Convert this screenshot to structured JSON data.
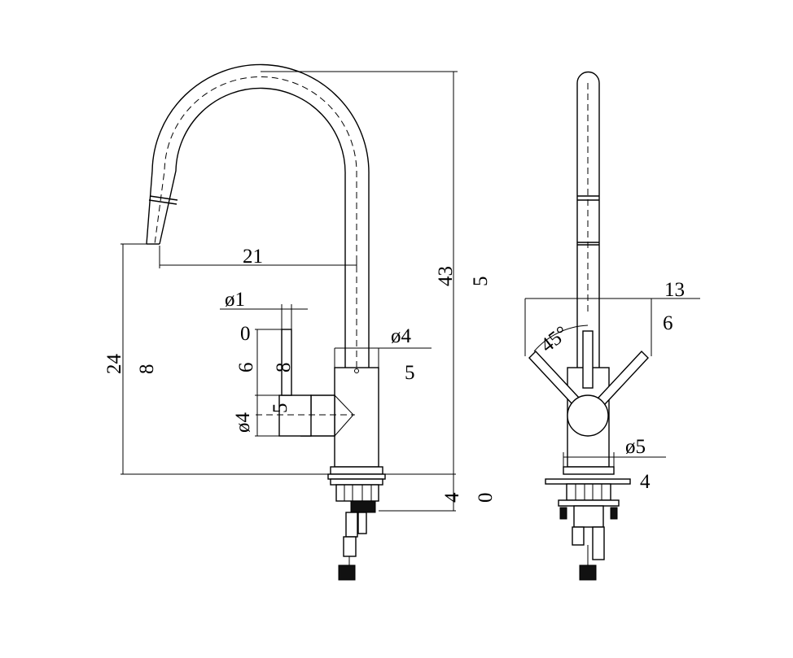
{
  "views": {
    "side": {
      "dim_spout_reach": "21",
      "dim_total_height": "43",
      "dim_total_height_2": "5",
      "dim_spout_height": "24",
      "dim_spout_height_2": "8",
      "dim_handle_dia": "ø1",
      "dim_handle_dia_2": "0",
      "dim_handle_len": "6",
      "dim_handle_len_2": "8",
      "dim_lever_dia": "ø4",
      "dim_lever_dia_2": "5",
      "dim_body_dia": "ø4",
      "dim_body_dia_2": "5",
      "dim_base": "4",
      "dim_base_2": "0"
    },
    "front": {
      "dim_handle_span": "13",
      "dim_handle_span_2": "6",
      "dim_angle": "45°",
      "dim_body_dia": "ø5",
      "dim_body_dia_2": "4"
    }
  }
}
